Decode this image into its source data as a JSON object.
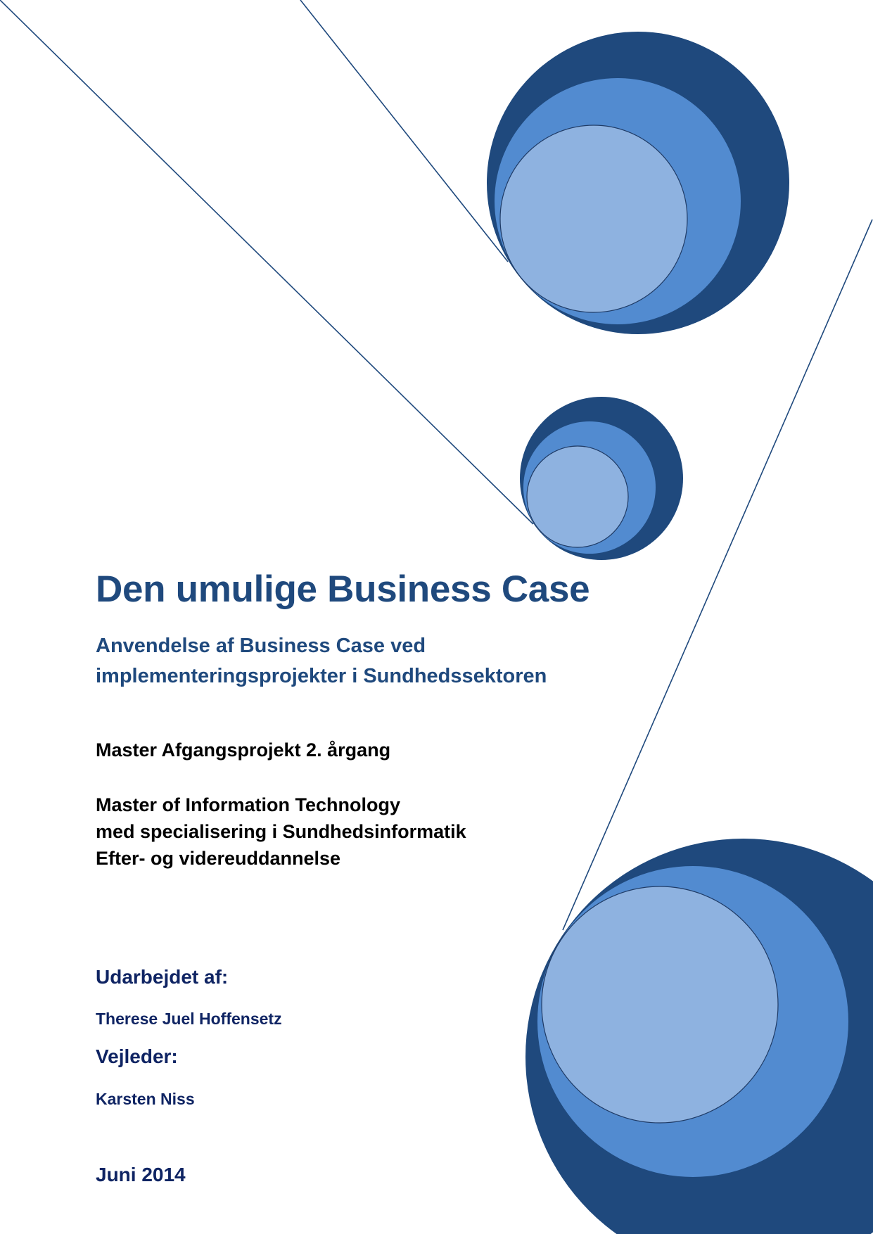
{
  "cover": {
    "title": "Den umulige Business Case",
    "subtitle_lines": [
      "Anvendelse af Business Case ved",
      "implementeringsprojekter i Sundhedssektoren"
    ],
    "project_line": "Master Afgangsprojekt  2. årgang",
    "program_lines": [
      "Master of Information Technology",
      "med specialisering i Sundhedsinformatik",
      "Efter- og videreuddannelse"
    ],
    "prepared_by_label": "Udarbejdet af:",
    "author": "Therese Juel Hoffensetz",
    "supervisor_label": "Vejleder:",
    "supervisor": "Karsten Niss",
    "date": "Juni 2014"
  },
  "colors": {
    "title_blue": "#1F497D",
    "circle_dark": "#1F497D",
    "circle_mid": "#528BD0",
    "circle_light": "#8EB2E0",
    "author_navy": "#0F2463",
    "body_text": "#000000"
  }
}
